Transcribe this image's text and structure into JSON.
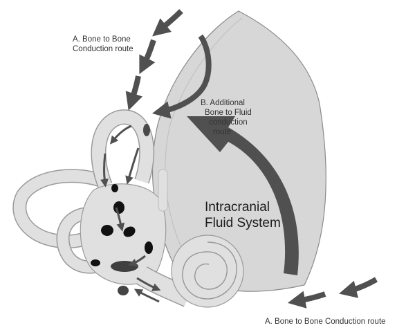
{
  "labels": {
    "route_a_top_line1": "A.  Bone to Bone",
    "route_a_top_line2": "Conduction route",
    "route_b_line1": "B.  Additional",
    "route_b_line2": "Bone to Fluid",
    "route_b_line3": "conduction",
    "route_b_line4": "route",
    "fluid_line1": "Intracranial",
    "fluid_line2": "Fluid System",
    "route_a_bottom": "A.  Bone to Bone Conduction route"
  },
  "colors": {
    "arrow": "#505050",
    "fluid_region": "#d7d7d7",
    "fluid_outline": "#8a8a8a",
    "ear_fill": "#e0e0e0",
    "ear_outline": "#9a9a9a",
    "dark_spots": "#111111",
    "window": "#3f3f3f"
  }
}
